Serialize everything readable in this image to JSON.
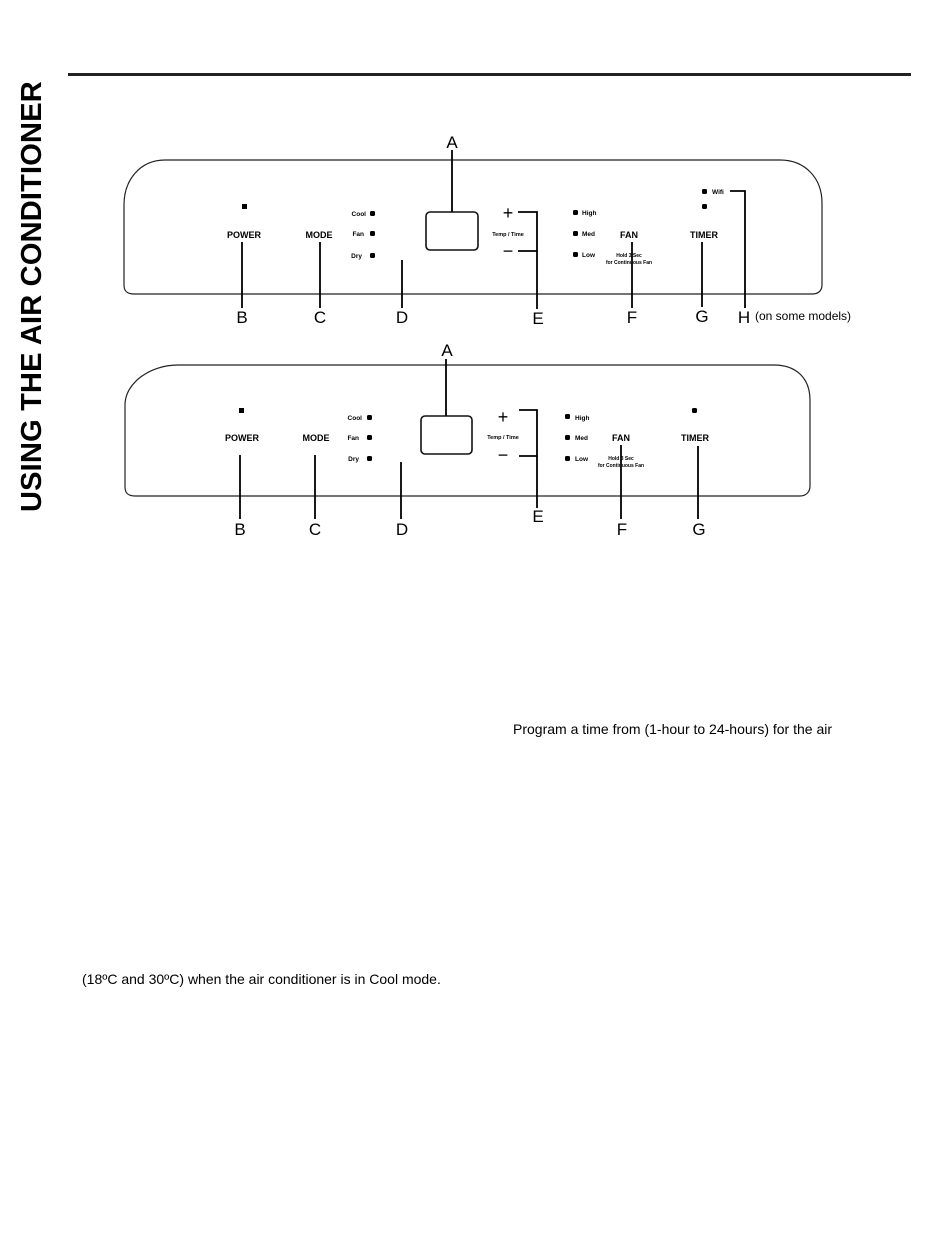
{
  "page": {
    "side_title": "USING THE AIR CONDITIONER",
    "text_timer_program": "Program a time from (1-hour to 24-hours) for the air",
    "text_cool_range": "(18ºC and 30ºC) when the air conditioner is in Cool mode."
  },
  "panel_1": {
    "callouts": {
      "A": "A",
      "B": "B",
      "C": "C",
      "D": "D",
      "E": "E",
      "F": "F",
      "G": "G",
      "H": "H"
    },
    "note_h": "(on some models)",
    "power": "POWER",
    "mode": "MODE",
    "modes": [
      "Cool",
      "Fan",
      "Dry"
    ],
    "plus": "+",
    "minus": "−",
    "temp_time": "Temp / Time",
    "speeds": [
      "High",
      "Med",
      "Low"
    ],
    "fan": "FAN",
    "fan_hold_1": "Hold 3 Sec",
    "fan_hold_2": "for Continuous Fan",
    "timer": "TIMER",
    "wifi": "Wifi"
  },
  "panel_2": {
    "callouts": {
      "A": "A",
      "B": "B",
      "C": "C",
      "D": "D",
      "E": "E",
      "F": "F",
      "G": "G"
    },
    "power": "POWER",
    "mode": "MODE",
    "modes": [
      "Cool",
      "Fan",
      "Dry"
    ],
    "plus": "+",
    "minus": "−",
    "temp_time": "Temp / Time",
    "speeds": [
      "High",
      "Med",
      "Low"
    ],
    "fan": "FAN",
    "fan_hold_1": "Hold 3 Sec",
    "fan_hold_2": "for Continuous Fan",
    "timer": "TIMER"
  }
}
